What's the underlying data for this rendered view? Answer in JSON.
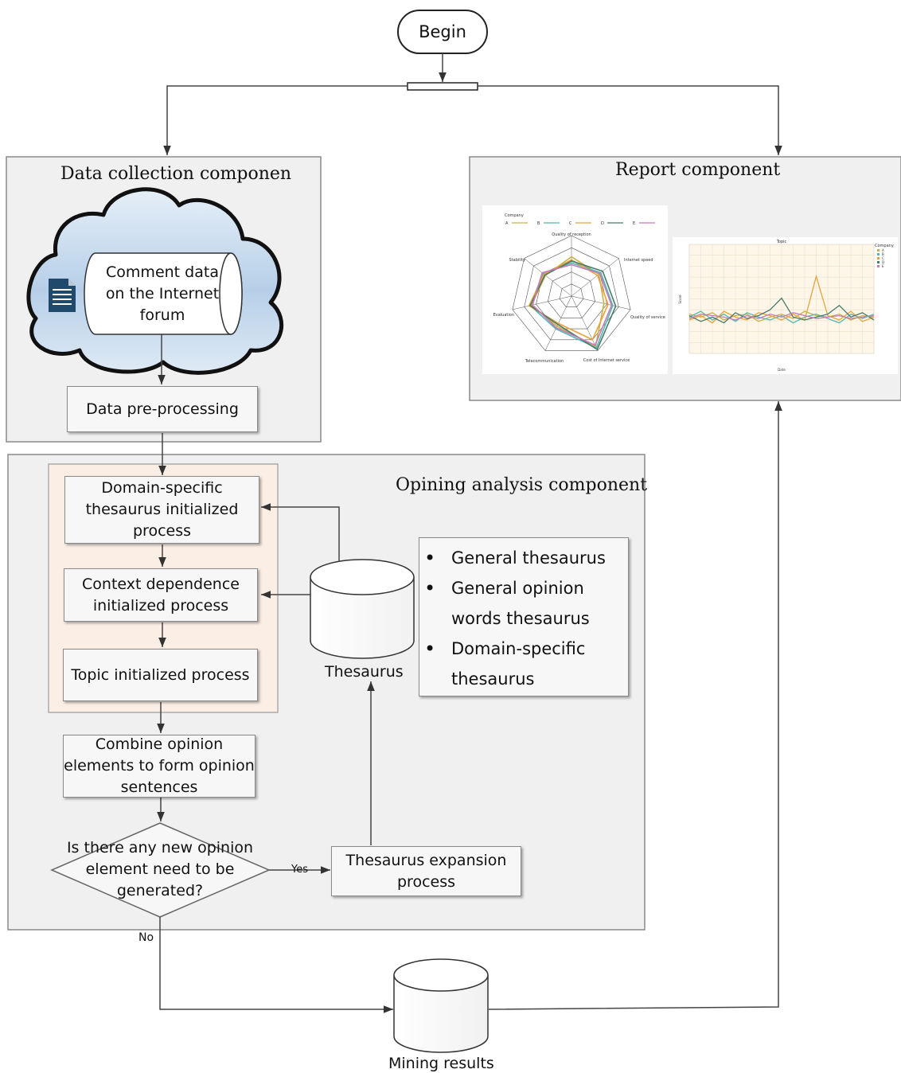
{
  "begin_label": "Begin",
  "data_collection": {
    "title": "Data collection componen",
    "comment_data": "Comment data on the Internet forum",
    "preprocessing": "Data pre-processing"
  },
  "report": {
    "title": "Report component",
    "radar": {
      "legend_title": "Company",
      "legend_items": [
        "A",
        "B",
        "C",
        "D",
        "E"
      ],
      "axes": [
        "Quality of reception",
        "Internet speed",
        "Quality of service",
        "Cost of Internet service",
        "Telecommunication",
        "Evaluation",
        "Stability"
      ]
    },
    "line": {
      "title": "Topic",
      "legend_title": "Company",
      "legend_items": [
        "A",
        "B",
        "C",
        "D",
        "E"
      ],
      "xlabel": "Date",
      "ylabel": "Score"
    }
  },
  "opining": {
    "title": "Opining analysis component",
    "domain_specific": "Domain-specific thesaurus initialized process",
    "context_dependence": "Context dependence initialized process",
    "topic": "Topic initialized process",
    "combine": "Combine opinion elements to form opinion sentences",
    "decision": "Is there any new opinion element need to be generated?",
    "expansion": "Thesaurus expansion process",
    "thesaurus_label": "Thesaurus",
    "thesaurus_list": [
      "General thesaurus",
      "General opinion words thesaurus",
      "Domain-specific thesaurus"
    ]
  },
  "yes_label": "Yes",
  "no_label": "No",
  "mining_results": "Mining results",
  "colors": {
    "panel_bg": "#f0f0f0",
    "panel_border": "#8a8a8a",
    "inner_frame_bg": "#fbeee5",
    "cloud_fill": "#c9dcee",
    "company_A": "#c9b24a",
    "company_B": "#56b8b0",
    "company_C": "#e8a33d",
    "company_D": "#4a7a6a",
    "company_E": "#c77ab8"
  }
}
